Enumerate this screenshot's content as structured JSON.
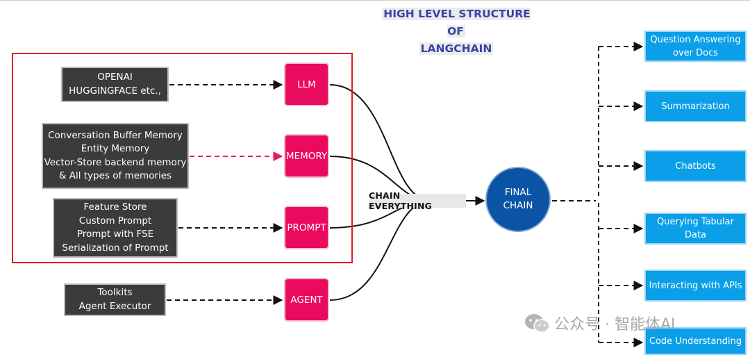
{
  "title": "HIGH LEVEL STRUCTURE OF LANGCHAIN",
  "title_lines": [
    "HIGH LEVEL STRUCTURE OF",
    "LANGCHAIN"
  ],
  "sources": {
    "llm_source": "OPENAI\nHUGGINGFACE etc.,",
    "memory_source": "Conversation Buffer Memory\nEntity Memory\nVector-Store backend memory\n& All types of memories",
    "prompt_source": "Feature Store\nCustom Prompt\nPrompt with FSE\nSerialization of Prompt",
    "agent_source": "Toolkits\nAgent Executor"
  },
  "components": {
    "llm": "LLM",
    "memory": "MEMORY",
    "prompt": "PROMPT",
    "agent": "AGENT"
  },
  "chain_label": "CHAIN EVERYTHING",
  "final_chain": "FINAL\nCHAIN",
  "outputs": [
    "Question Answering\nover Docs",
    "Summarization",
    "Chatbots",
    "Querying Tabular\nData",
    "Interacting with APIs",
    "Code Understanding"
  ],
  "watermark": "公众号 · 智能体AI",
  "colors": {
    "title": "#3a43a8",
    "frame": "#e01b1b",
    "source_box": "#3b3b3b",
    "component": "#ea0a5e",
    "memory_arrow": "#e0205f",
    "final_chain": "#0a53a5",
    "output_box": "#0a9fe8"
  }
}
